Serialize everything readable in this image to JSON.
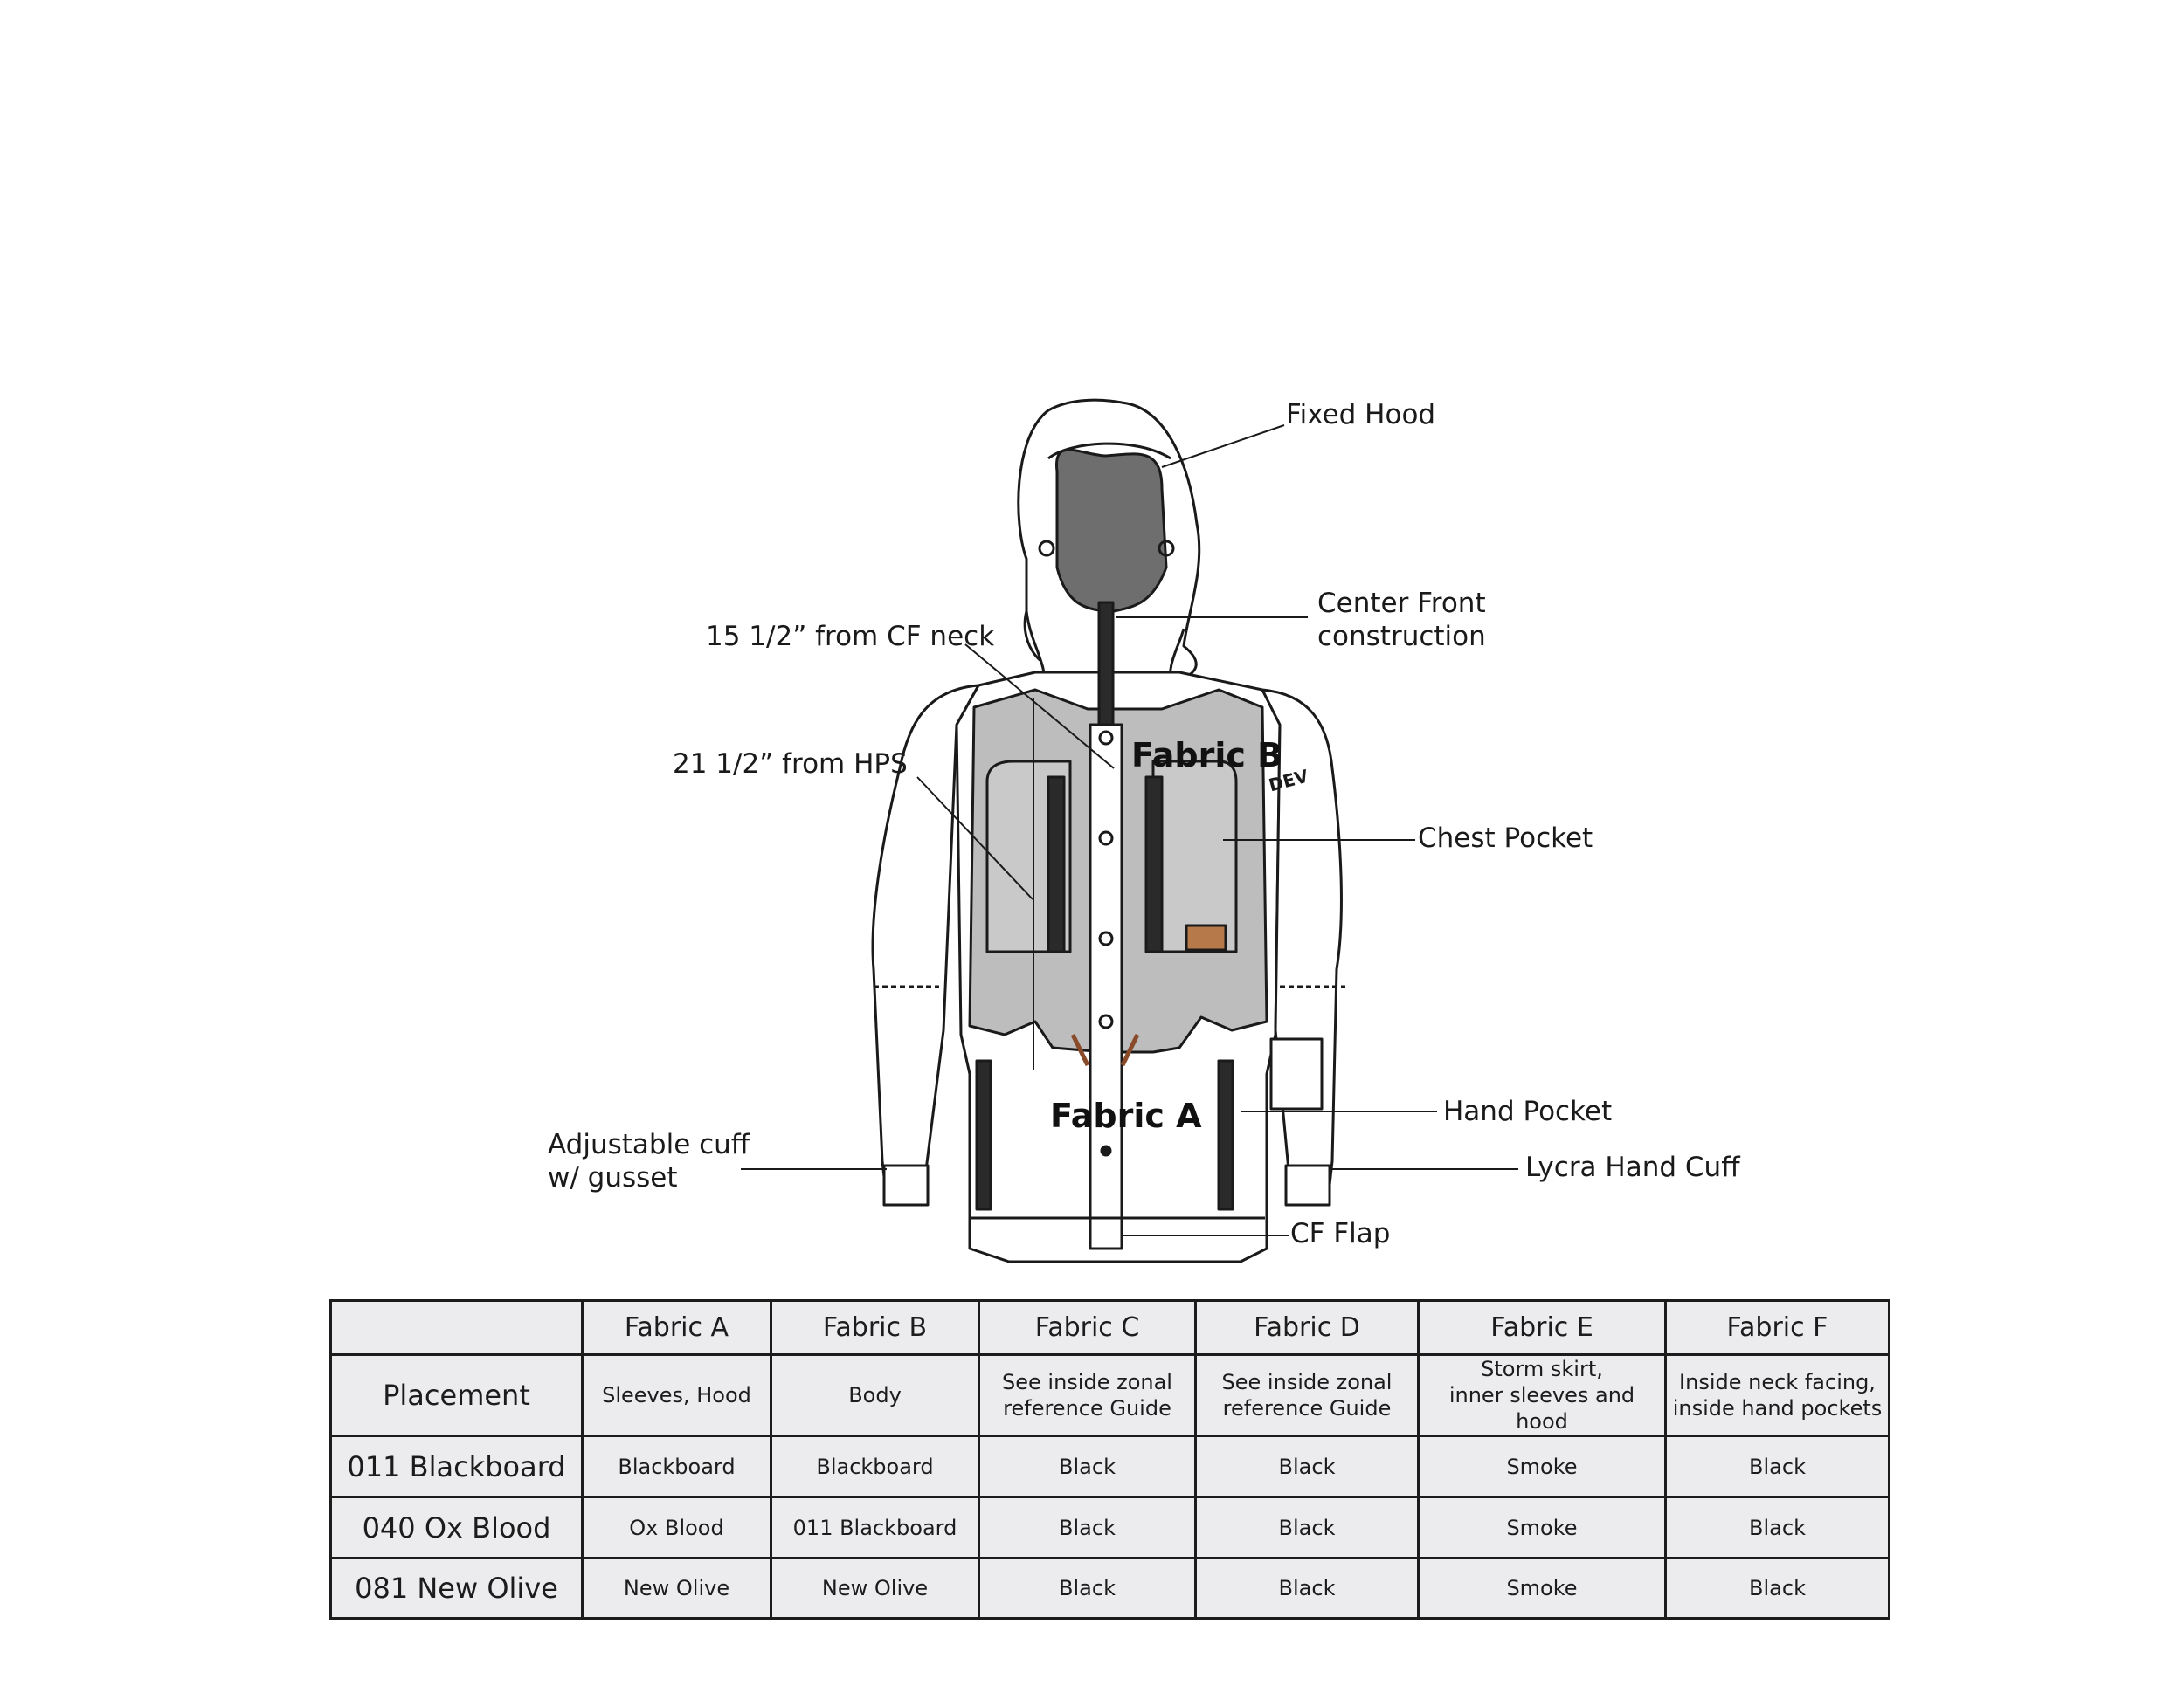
{
  "callouts": {
    "fixed_hood": "Fixed Hood",
    "center_front": "Center Front\nconstruction",
    "cf_neck": "15 1/2” from CF neck",
    "hps": "21 1/2” from HPS",
    "chest_pocket": "Chest Pocket",
    "hand_pocket": "Hand Pocket",
    "adjustable_cuff": "Adjustable cuff\nw/ gusset",
    "lycra_cuff": "Lycra Hand Cuff",
    "cf_flap": "CF Flap"
  },
  "garment_labels": {
    "fabric_a": "Fabric A",
    "fabric_b": "Fabric B",
    "logo": "DEV"
  },
  "colors": {
    "body_fabric": "#bdbdbd",
    "hood_lining": "#6e6e6e",
    "outline": "#1a1a1a",
    "table_fill": "#ececee",
    "label_patch": "#b5794a"
  },
  "table": {
    "headers": [
      "",
      "Fabric A",
      "Fabric B",
      "Fabric C",
      "Fabric D",
      "Fabric E",
      "Fabric F"
    ],
    "rows": [
      {
        "label": "Placement",
        "cells": [
          "Sleeves, Hood",
          "Body",
          "See inside zonal\nreference Guide",
          "See inside zonal\nreference Guide",
          "Storm skirt,\ninner sleeves and hood",
          "Inside neck facing,\ninside hand pockets"
        ]
      },
      {
        "label": "011 Blackboard",
        "cells": [
          "Blackboard",
          "Blackboard",
          "Black",
          "Black",
          "Smoke",
          "Black"
        ]
      },
      {
        "label": "040 Ox Blood",
        "cells": [
          "Ox Blood",
          "011 Blackboard",
          "Black",
          "Black",
          "Smoke",
          "Black"
        ]
      },
      {
        "label": "081 New Olive",
        "cells": [
          "New Olive",
          "New Olive",
          "Black",
          "Black",
          "Smoke",
          "Black"
        ]
      }
    ]
  }
}
